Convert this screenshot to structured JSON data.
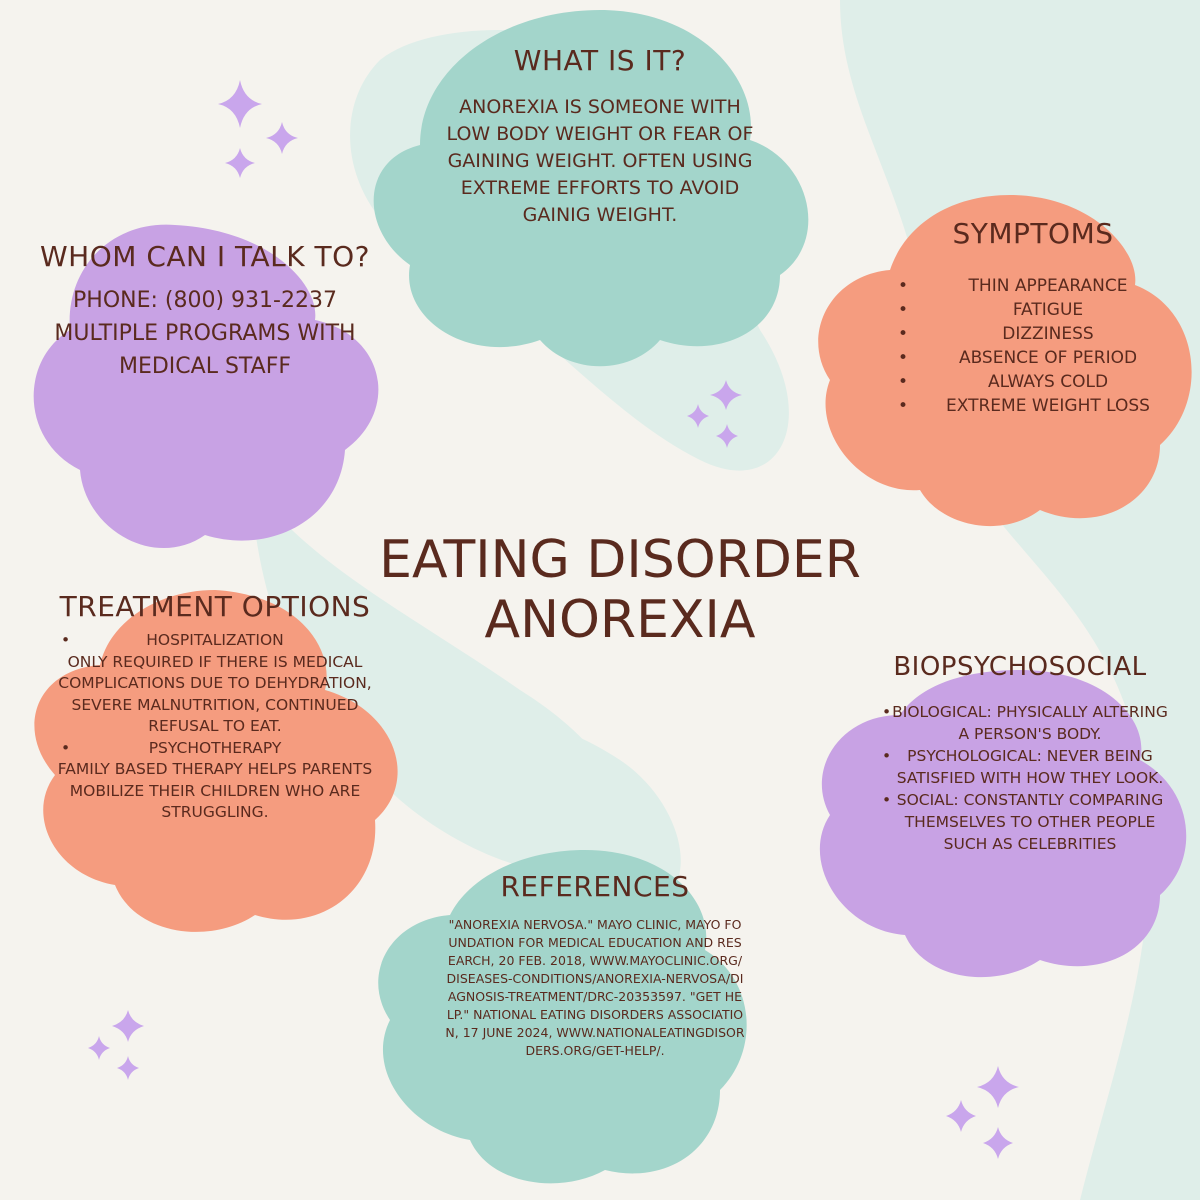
{
  "title": {
    "line1": "EATING DISORDER",
    "line2": "ANOREXIA"
  },
  "what_is_it": {
    "heading": "WHAT IS IT?",
    "body": "ANOREXIA IS SOMEONE WITH LOW BODY WEIGHT OR FEAR OF GAINING WEIGHT. OFTEN USING EXTREME EFFORTS TO AVOID GAINIG WEIGHT."
  },
  "whom_can_i_talk_to": {
    "heading": "WHOM CAN I TALK TO?",
    "phone": "PHONE: (800) 931-2237",
    "body": "MULTIPLE PROGRAMS WITH MEDICAL STAFF"
  },
  "symptoms": {
    "heading": "SYMPTOMS",
    "items": [
      "THIN APPEARANCE",
      "FATIGUE",
      "DIZZINESS",
      "ABSENCE OF PERIOD",
      "ALWAYS COLD",
      "EXTREME WEIGHT LOSS"
    ]
  },
  "treatment_options": {
    "heading": "TREATMENT OPTIONS",
    "items": [
      {
        "title": "HOSPITALIZATION",
        "detail": "ONLY REQUIRED IF THERE IS MEDICAL COMPLICATIONS DUE TO DEHYDRATION, SEVERE MALNUTRITION, CONTINUED REFUSAL TO EAT."
      },
      {
        "title": "PSYCHOTHERAPY",
        "detail": "FAMILY BASED THERAPY HELPS PARENTS MOBILIZE THEIR CHILDREN WHO ARE STRUGGLING."
      }
    ]
  },
  "biopsychosocial": {
    "heading": "BIOPSYCHOSOCIAL",
    "items": [
      "BIOLOGICAL: PHYSICALLY ALTERING A PERSON'S BODY.",
      "PSYCHOLOGICAL: NEVER BEING SATISFIED WITH HOW THEY LOOK.",
      "SOCIAL: CONSTANTLY COMPARING THEMSELVES TO OTHER PEOPLE SUCH AS CELEBRITIES"
    ]
  },
  "references": {
    "heading": "REFERENCES",
    "body": "\"ANOREXIA NERVOSA.\" MAYO CLINIC, MAYO FOUNDATION FOR MEDICAL EDUCATION AND RESEARCH, 20 FEB. 2018, WWW.MAYOCLINIC.ORG/DISEASES-CONDITIONS/ANOREXIA-NERVOSA/DIAGNOSIS-TREATMENT/DRC-20353597. \"GET HELP.\" NATIONAL EATING DISORDERS ASSOCIATION, 17 JUNE 2024, WWW.NATIONALEATINGDISORDERS.ORG/GET-HELP/."
  },
  "colors": {
    "background": "#f5f3ee",
    "swirl": "#dfeee9",
    "teal": "#a3d5cb",
    "purple": "#c8a2e4",
    "coral": "#f59c7f",
    "sparkle": "#c9a6ec",
    "text": "#5a2a1e"
  },
  "icons": [
    "sparkle-icon"
  ]
}
